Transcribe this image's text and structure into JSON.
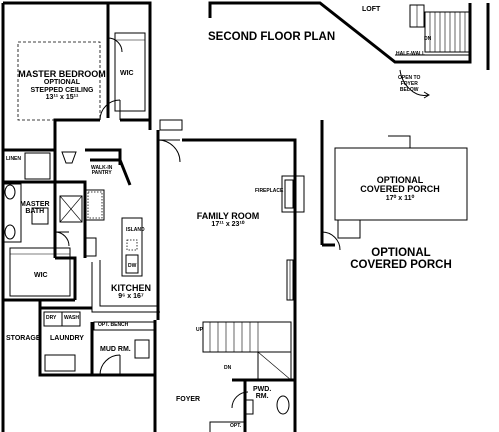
{
  "plan": {
    "second_floor_title": "SECOND FLOOR PLAN",
    "loft": "LOFT",
    "half_wall": "HALF-WALL",
    "dn": "DN",
    "up": "UP",
    "open_to_foyer_1": "OPEN TO",
    "open_to_foyer_2": "FOYER",
    "open_to_foyer_3": "BELOW",
    "master_bedroom_1": "MASTER BEDROOM",
    "master_bedroom_2": "OPTIONAL",
    "master_bedroom_3": "STEPPED CEILING",
    "master_bedroom_dim": "13¹¹ x 15¹¹",
    "wic_top": "WIC",
    "wic_bottom": "WIC",
    "linen": "LINEN",
    "master_bath_1": "MASTER",
    "master_bath_2": "BATH",
    "walkin_pantry_1": "WALK-IN",
    "walkin_pantry_2": "PANTRY",
    "island": "ISLAND",
    "dw": "DW",
    "kitchen": "KITCHEN",
    "kitchen_dim": "9⁶ x 16⁷",
    "family_room": "FAMILY ROOM",
    "family_room_dim": "17¹¹ x 23¹⁰",
    "fireplace": "FIREPLACE",
    "porch_small_1": "OPTIONAL",
    "porch_small_2": "COVERED PORCH",
    "porch_small_dim": "17⁰ x 11⁰",
    "porch_big_1": "OPTIONAL",
    "porch_big_2": "COVERED PORCH",
    "storage": "STORAGE",
    "laundry": "LAUNDRY",
    "dry": "DRY",
    "wash": "WASH",
    "opt_bench": "OPT. BENCH",
    "mud_rm": "MUD RM.",
    "foyer": "FOYER",
    "pwd_rm_1": "PWD.",
    "pwd_rm_2": "RM.",
    "opt": "OPT."
  },
  "colors": {
    "line": "#000000",
    "background": "#ffffff"
  }
}
